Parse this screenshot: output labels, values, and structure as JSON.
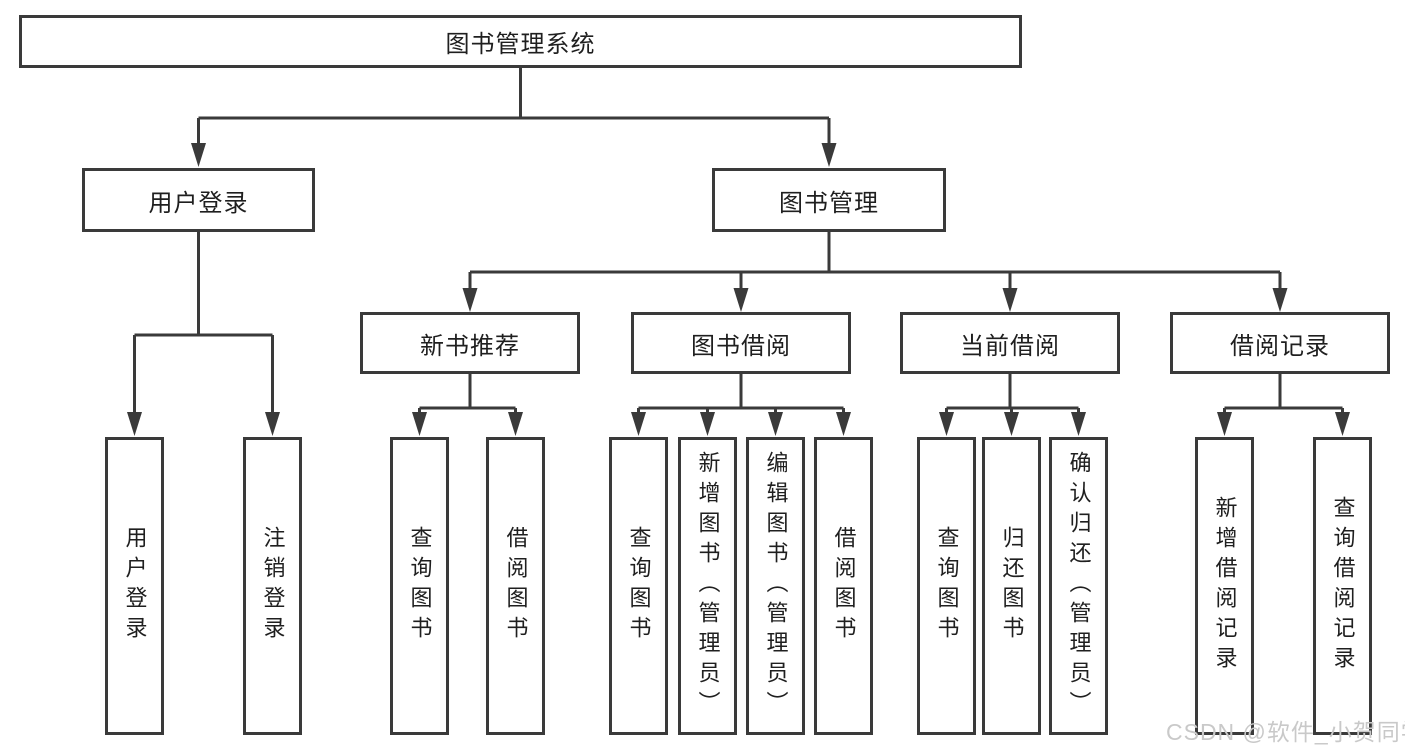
{
  "diagram": {
    "root": "图书管理系统",
    "level2": [
      "用户登录",
      "图书管理"
    ],
    "level3": [
      "新书推荐",
      "图书借阅",
      "当前借阅",
      "借阅记录"
    ],
    "leaves": {
      "user_login": [
        "用户登录",
        "注销登录"
      ],
      "new_books": [
        "查询图书",
        "借阅图书"
      ],
      "book_borrow": [
        "查询图书",
        "新增图书（管理员）",
        "编辑图书（管理员）",
        "借阅图书"
      ],
      "current_borrow": [
        "查询图书",
        "归还图书",
        "确认归还（管理员）"
      ],
      "borrow_records": [
        "新增借阅记录",
        "查询借阅记录"
      ]
    }
  },
  "watermark": "CSDN @软件_小贺同学",
  "colors": {
    "line": "#3a3a3a",
    "box_fill": "#ffffff",
    "text": "#1f1f1f",
    "watermark": "#c9c9c9"
  }
}
